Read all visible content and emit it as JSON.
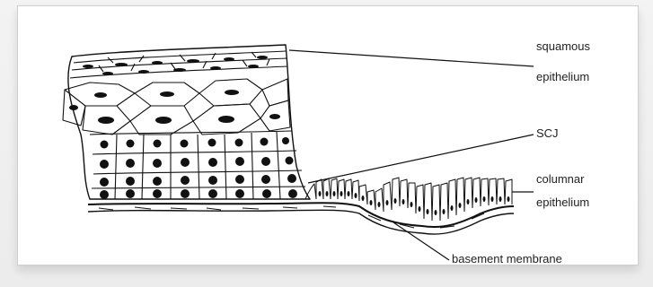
{
  "diagram": {
    "labels": {
      "squamous_line1": "squamous",
      "squamous_line2": "epithelium",
      "scj": "SCJ",
      "columnar_line1": "columnar",
      "columnar_line2": "epithelium",
      "basement": "basement membrane"
    },
    "colors": {
      "ink": "#111111",
      "background": "#ffffff",
      "frame": "#ececec"
    }
  }
}
